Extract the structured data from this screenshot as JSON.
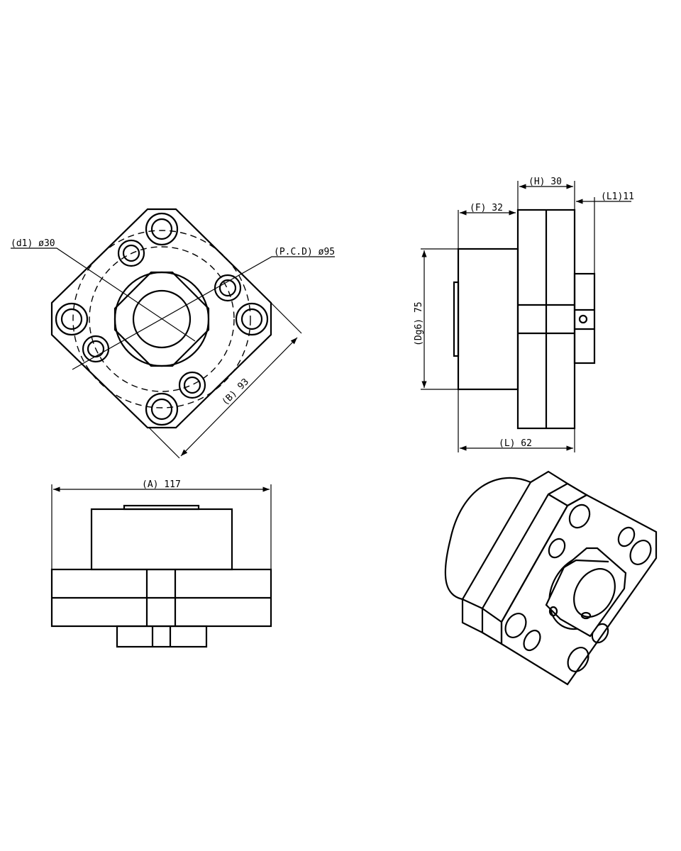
{
  "drawing": {
    "front_view": {
      "d1_label": "(d1) ø30",
      "pcd_label": "(P.C.D) ø95",
      "b_label": "(B) 93"
    },
    "side_view": {
      "h_label": "(H) 30",
      "l1_label": "(L1)11",
      "f_label": "(F) 32",
      "dg6_label": "(Dg6) 75",
      "l_label": "(L) 62"
    },
    "top_view": {
      "a_label": "(A) 117"
    },
    "colors": {
      "line": "#000000",
      "background": "#ffffff"
    }
  }
}
